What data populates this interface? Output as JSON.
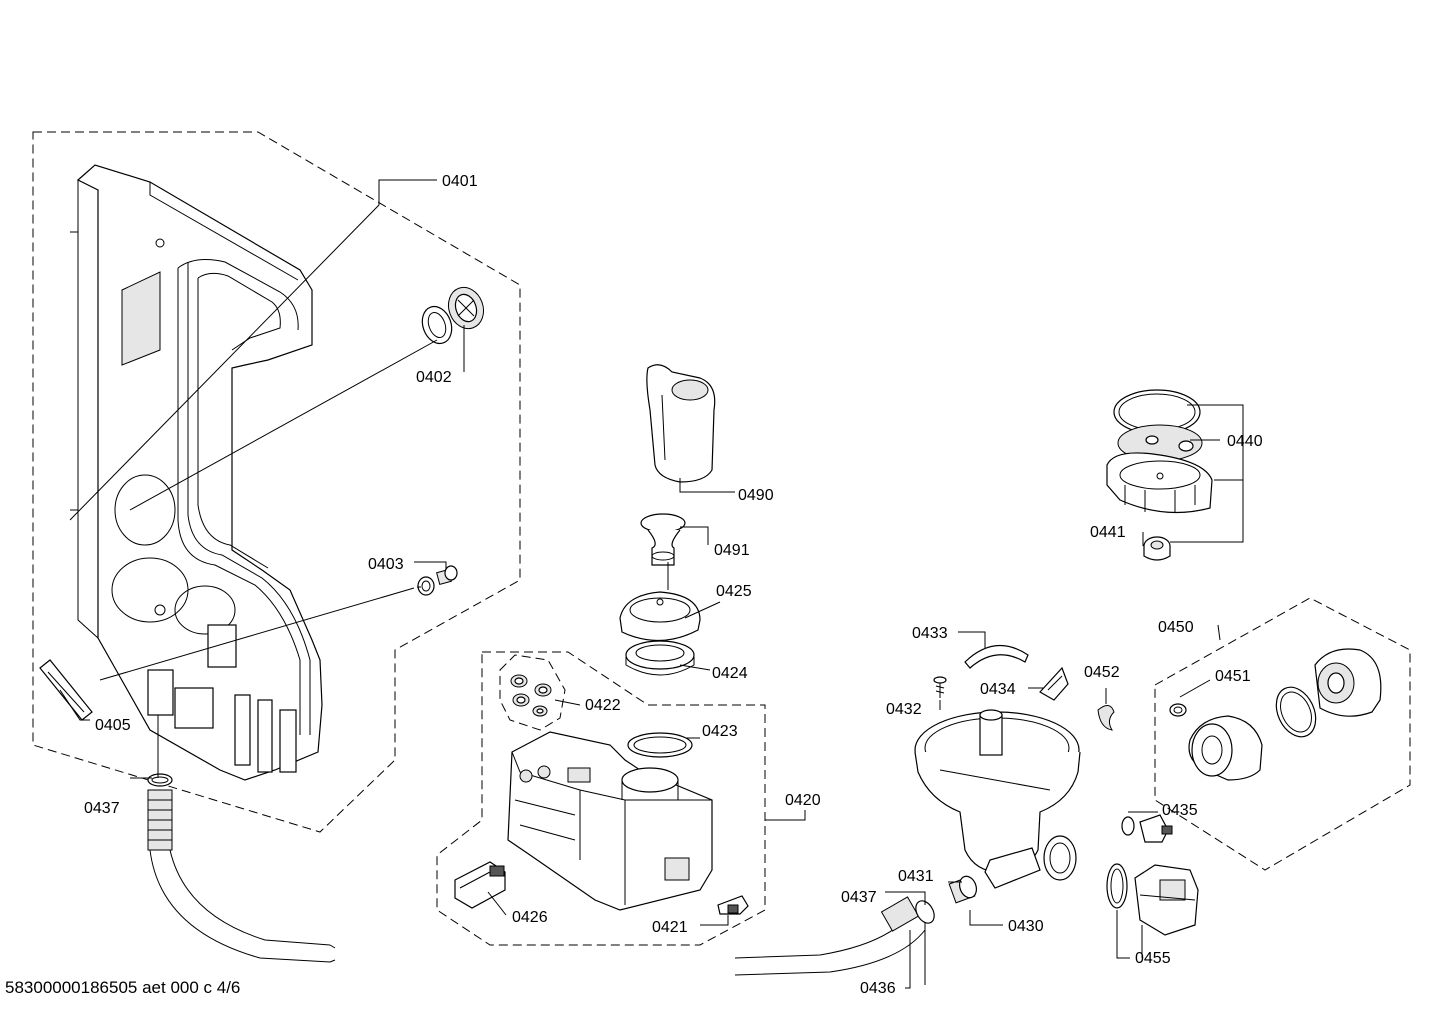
{
  "labels": {
    "p0401": "0401",
    "p0402": "0402",
    "p0403": "0403",
    "p0405": "0405",
    "p0437a": "0437",
    "p0490": "0490",
    "p0491": "0491",
    "p0425": "0425",
    "p0424": "0424",
    "p0422": "0422",
    "p0423": "0423",
    "p0420": "0420",
    "p0426": "0426",
    "p0421": "0421",
    "p0440": "0440",
    "p0441": "0441",
    "p0433": "0433",
    "p0434": "0434",
    "p0432": "0432",
    "p0452": "0452",
    "p0450": "0450",
    "p0451": "0451",
    "p0435": "0435",
    "p0431": "0431",
    "p0437b": "0437",
    "p0430": "0430",
    "p0436": "0436",
    "p0455": "0455"
  },
  "footer": "58300000186505 aet 000 c 4/6"
}
